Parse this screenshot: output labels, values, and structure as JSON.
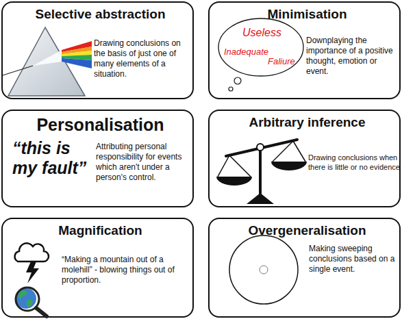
{
  "diagram": {
    "nodes": [
      {
        "text": [
          "Selective abstraction",
          "Drawing conclusions on the basis of just one of many elements of a situation."
        ]
      },
      {
        "text": [
          "Minimisation",
          "Downplaying the importance of a positive thought, emotion or event."
        ]
      },
      {
        "text": [
          "Useless",
          "Inadequate",
          "Faliure"
        ],
        "in": 1
      },
      {
        "text": [
          "Personalisation",
          "“this is my fault”",
          "Attributing personal responsibility for events which aren't under a person's control."
        ]
      },
      {
        "text": [
          "Arbitrary inference",
          "Drawing conclusions when there is little or no evidence"
        ]
      },
      {
        "text": [
          "Magnification",
          "“Making a mountain out of a molehill” - blowing things out of proportion."
        ]
      },
      {
        "text": [
          "Overgeneralisation",
          "Making sweeping conclusions based on a single event."
        ]
      }
    ]
  }
}
